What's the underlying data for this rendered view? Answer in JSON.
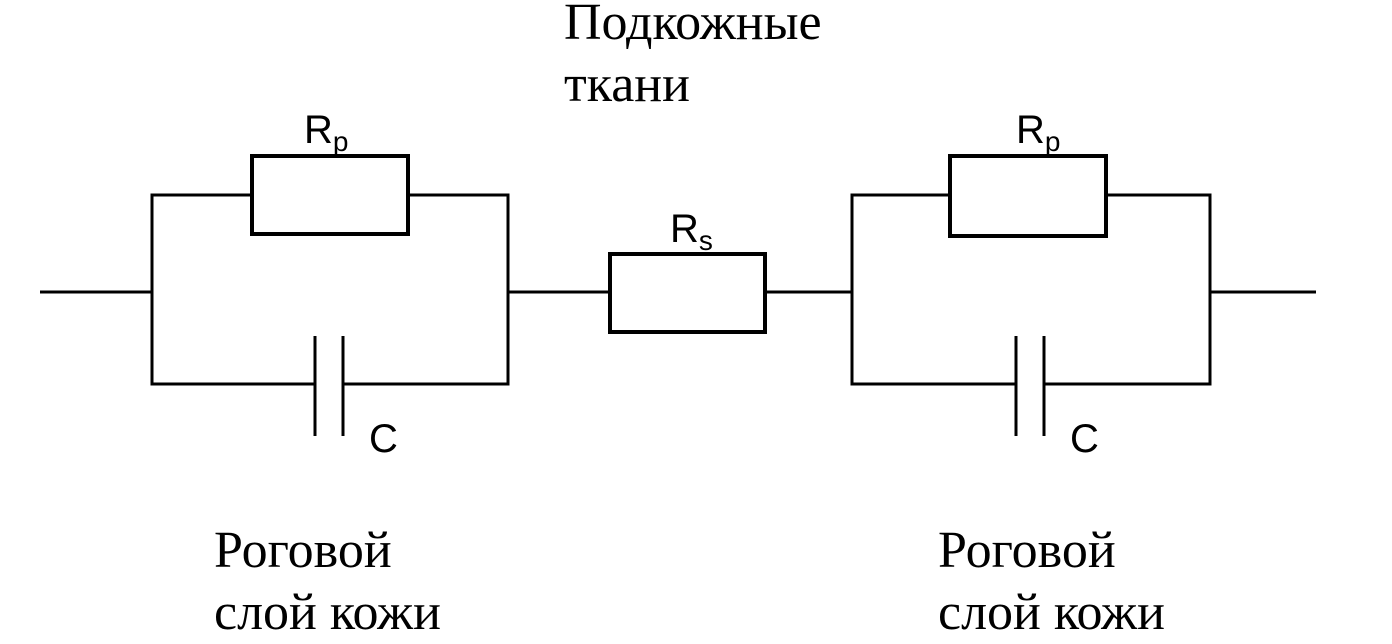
{
  "top_label": {
    "line1": "Подкожные",
    "line2": "ткани"
  },
  "left_block": {
    "resistor": {
      "symbol": "R",
      "subscript": "p"
    },
    "capacitor": {
      "symbol": "C"
    },
    "caption": {
      "line1": "Роговой",
      "line2": "слой кожи"
    }
  },
  "series_resistor": {
    "symbol": "R",
    "subscript": "s"
  },
  "right_block": {
    "resistor": {
      "symbol": "R",
      "subscript": "p"
    },
    "capacitor": {
      "symbol": "C"
    },
    "caption": {
      "line1": "Роговой",
      "line2": "слой кожи"
    }
  }
}
